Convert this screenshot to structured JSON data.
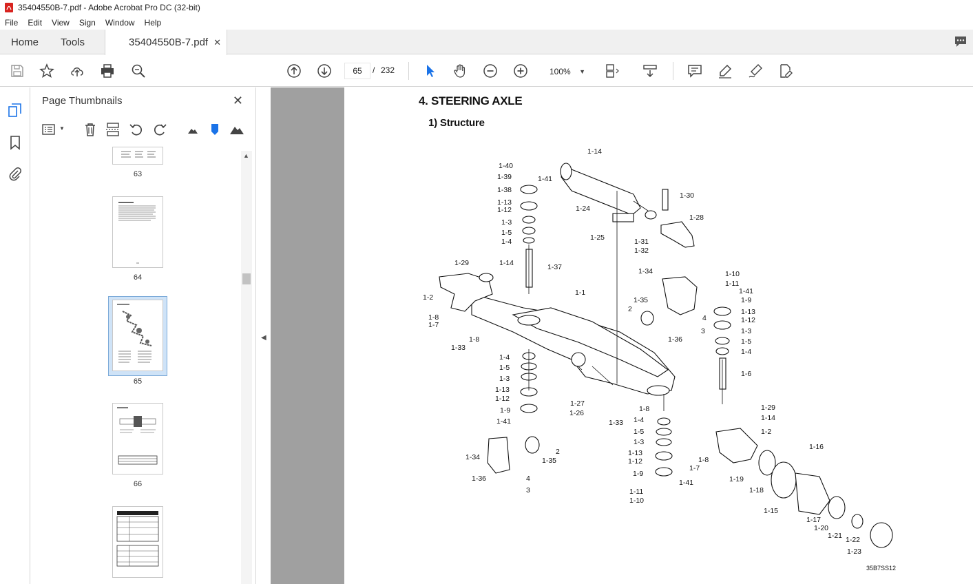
{
  "window": {
    "title": "35404550B-7.pdf - Adobe Acrobat Pro DC (32-bit)"
  },
  "menu": [
    "File",
    "Edit",
    "View",
    "Sign",
    "Window",
    "Help"
  ],
  "tabs": {
    "home": "Home",
    "tools": "Tools",
    "document": "35404550B-7.pdf"
  },
  "toolbar": {
    "current_page": "65",
    "separator": "/",
    "total_pages": "232",
    "zoom": "100%"
  },
  "panel": {
    "title": "Page Thumbnails",
    "thumbnails": [
      {
        "label": "63",
        "selected": false
      },
      {
        "label": "64",
        "selected": false
      },
      {
        "label": "65",
        "selected": true
      },
      {
        "label": "66",
        "selected": false
      },
      {
        "label": "",
        "selected": false
      }
    ]
  },
  "document": {
    "heading": "4. STEERING AXLE",
    "subheading": "1) Structure",
    "figure_ref": "35B7SS12",
    "part_labels": [
      "1-14",
      "1-40",
      "1-39",
      "1-41",
      "1-38",
      "1-13",
      "1-12",
      "1-3",
      "1-5",
      "1-4",
      "1-24",
      "1-30",
      "1-28",
      "1-25",
      "1-31",
      "1-32",
      "1-29",
      "1-14",
      "1-37",
      "1-34",
      "1-10",
      "1-11",
      "1-41",
      "1-9",
      "1-2",
      "1-1",
      "1-35",
      "2",
      "1-8",
      "1-7",
      "4",
      "1-13",
      "1-12",
      "1-3",
      "1-36",
      "3",
      "1-5",
      "1-4",
      "1-8",
      "1-33",
      "1-4",
      "1-5",
      "1-3",
      "1-6",
      "1-13",
      "1-12",
      "1-27",
      "1-26",
      "1-33",
      "1-8",
      "1-9",
      "1-41",
      "1-29",
      "1-14",
      "1-4",
      "1-2",
      "1-5",
      "1-3",
      "2",
      "1-16",
      "1-34",
      "1-35",
      "1-13",
      "1-12",
      "1-8",
      "1-7",
      "1-19",
      "1-36",
      "4",
      "1-9",
      "1-41",
      "1-18",
      "3",
      "1-11",
      "1-10",
      "1-15",
      "1-17",
      "1-20",
      "1-21",
      "1-22",
      "1-23"
    ]
  }
}
